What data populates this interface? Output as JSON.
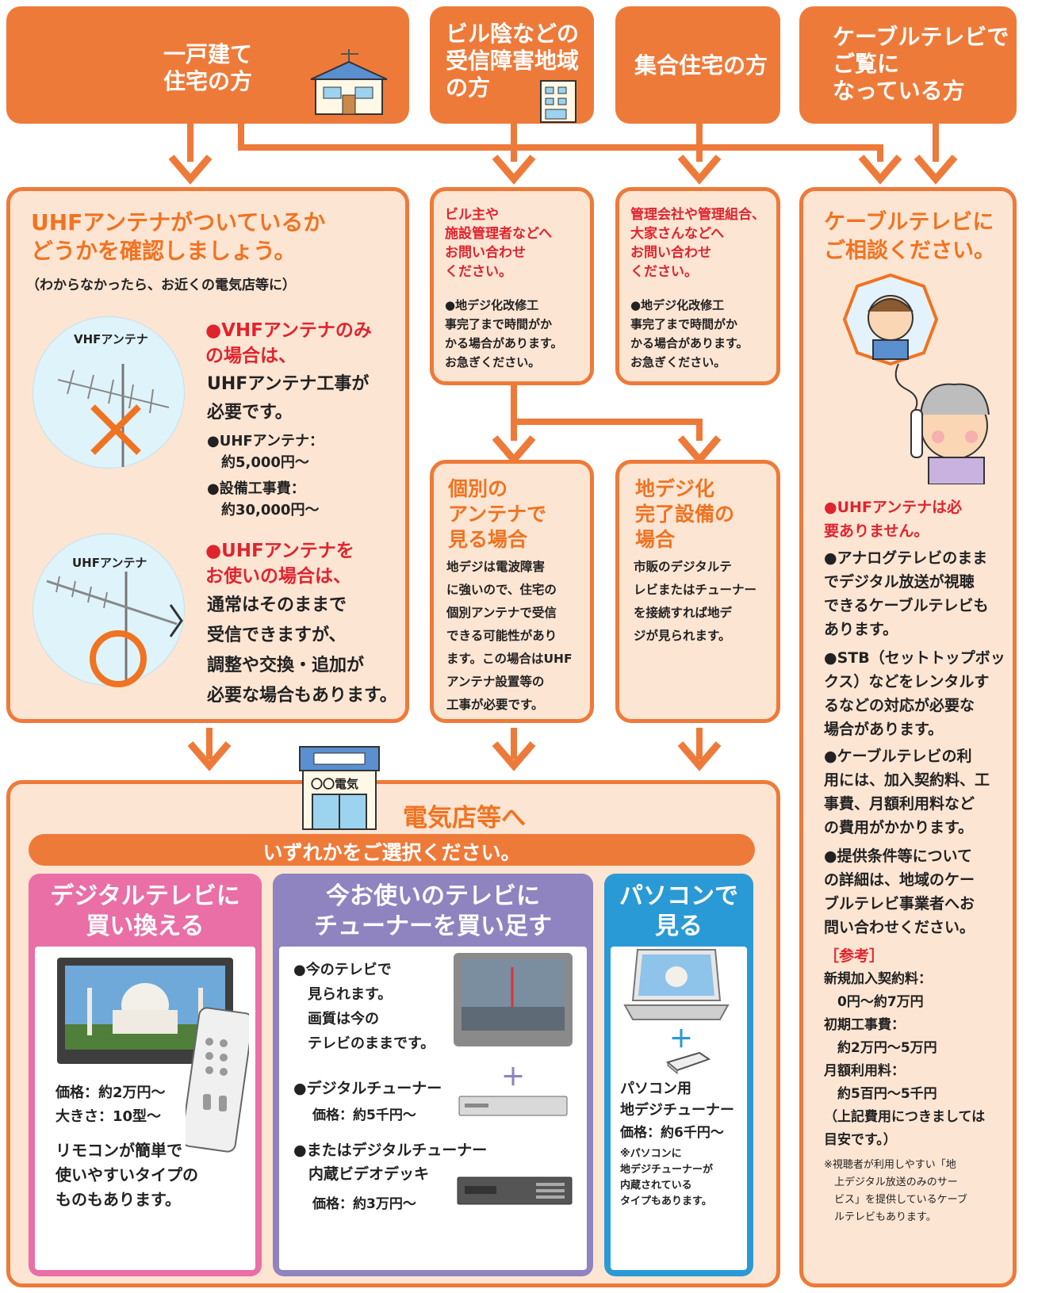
{
  "headers": {
    "house": "一戸建て\n住宅の方",
    "building_shadow": "ビル陰などの\n受信障害地域\nの方",
    "apartment": "集合住宅の方",
    "cable": "ケーブルテレビで\nご覧に\nなっている方"
  },
  "uhf_panel": {
    "title": "UHFアンテナがついているか\nどうかを確認しましょう。",
    "subtitle": "（わからなかったら、お近くの電気店等に）",
    "vhf_label": "VHFアンテナ",
    "uhf_label": "UHFアンテナ",
    "vhf_heading": "●VHFアンテナのみ\nの場合は、",
    "vhf_text": "UHFアンテナ工事が\n必要です。",
    "vhf_item1": "●UHFアンテナ：\n　約5,000円〜",
    "vhf_item2": "●設備工事費：\n　約30,000円〜",
    "uhf_heading": "●UHFアンテナを\nお使いの場合は、",
    "uhf_text": "通常はそのままで\n受信できますが、\n調整や交換・追加が\n必要な場合もあります。"
  },
  "owner_panel": {
    "title": "ビル主や\n施設管理者などへ\nお問い合わせ\nください。",
    "text": "●地デジ化改修工\n事完了まで時間がか\nかる場合があります。\nお急ぎください。"
  },
  "manager_panel": {
    "title": "管理会社や管理組合、\n大家さんなどへ\nお問い合わせ\nください。",
    "text": "●地デジ化改修工\n事完了まで時間がか\nかる場合があります。\nお急ぎください。"
  },
  "individual_panel": {
    "title": "個別の\nアンテナで\n見る場合",
    "text": "地デジは電波障害\nに強いので、住宅の\n個別アンテナで受信\nできる可能性があり\nます。この場合はUHF\nアンテナ設置等の\n工事が必要です。"
  },
  "complete_panel": {
    "title": "地デジ化\n完了設備の\n場合",
    "text": "市販のデジタルテ\nレビまたはチューナー\nを接続すれば地デ\nジが見られます。"
  },
  "cable_panel": {
    "title": "ケーブルテレビに\nご相談ください。",
    "p1": "●UHFアンテナは必\n要ありません。",
    "p2": "●アナログテレビのまま\nでデジタル放送が視聴\nできるケーブルテレビも\nあります。",
    "p3": "●STB（セットトップボッ\nクス）などをレンタルす\nるなどの対応が必要な\n場合があります。",
    "p4": "●ケーブルテレビの利\n用には、加入契約料、工\n事費、月額利用料など\nの費用がかかります。",
    "p5": "●提供条件等について\nの詳細は、地域のケー\nブルテレビ事業者へお\n問い合わせください。",
    "ref_title": "［参考］",
    "ref_text": "新規加入契約料：\n　0円〜約7万円\n初期工事費：\n　約2万円〜5万円\n月額利用料：\n　約5百円〜5千円\n（上記費用につきましては\n目安です。）",
    "note": "※視聴者が利用しやすい「地\n　上デジタル放送のみのサー\n　ビス」を提供しているケーブ\n　ルテレビもあります。"
  },
  "store": {
    "title": "電気店等へ",
    "sign": "〇〇電気",
    "choose": "いずれかをご選択ください。"
  },
  "option_tv": {
    "title": "デジタルテレビに\n買い換える",
    "price": "価格：約2万円〜\n大きさ：10型〜",
    "note": "リモコンが簡単で\n使いやすいタイプの\nものもあります。"
  },
  "option_tuner": {
    "title": "今お使いのテレビに\nチューナーを買い足す",
    "text": "●今のテレビで\n　見られます。\n　画質は今の\n　テレビのままです。",
    "item1": "●デジタルチューナー",
    "price1": "価格：約5千円〜",
    "item2": "●またはデジタルチューナー\n　内蔵ビデオデッキ",
    "price2": "価格：約3万円〜",
    "plus": "＋"
  },
  "option_pc": {
    "title": "パソコンで\n見る",
    "item": "パソコン用\n地デジチューナー",
    "price": "価格：約6千円〜",
    "note": "※パソコンに\n地デジチューナーが\n内蔵されている\nタイプもあります。",
    "plus": "＋"
  },
  "colors": {
    "orange": "#ee7a3a",
    "panel_bg": "#fde5d3",
    "title_orange": "#f07321",
    "red": "#e0242e",
    "pink": "#e96fa6",
    "purple": "#8f83c0",
    "blue": "#2a9ad6"
  }
}
